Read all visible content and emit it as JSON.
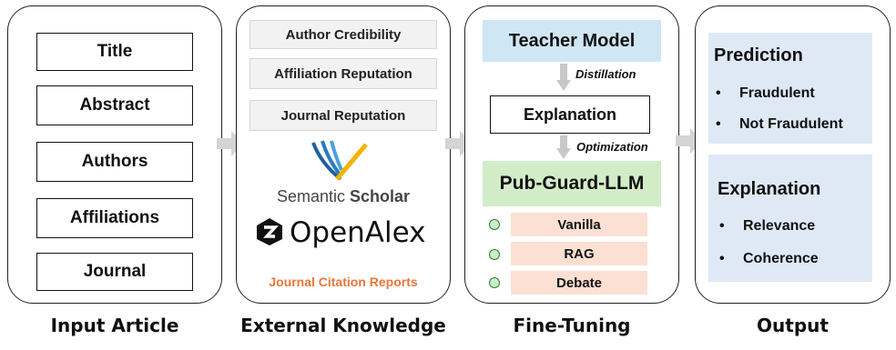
{
  "input": {
    "items": [
      "Title",
      "Abstract",
      "Authors",
      "Affiliations",
      "Journal"
    ],
    "label": "Input Article"
  },
  "external": {
    "items": [
      "Author Credibility",
      "Affiliation Reputation",
      "Journal Reputation"
    ],
    "semantic_scholar_plain": "Semantic",
    "semantic_scholar_bold": "Scholar",
    "openalex": "OpenAlex",
    "jcr": "Journal Citation Reports",
    "label": "External Knowledge"
  },
  "finetune": {
    "teacher": "Teacher Model",
    "distillation": "Distillation",
    "explanation": "Explanation",
    "optimization": "Optimization",
    "pubguard": "Pub-Guard-LLM",
    "methods": [
      "Vanilla",
      "RAG",
      "Debate"
    ],
    "label": "Fine-Tuning"
  },
  "output": {
    "prediction_title": "Prediction",
    "prediction_items": [
      "Fraudulent",
      "Not Fraudulent"
    ],
    "explanation_title": "Explanation",
    "explanation_items": [
      "Relevance",
      "Coherence"
    ],
    "label": "Output"
  },
  "colors": {
    "teacher_bg": "#cfe6f5",
    "pubguard_bg": "#d3ecc8",
    "method_bg": "#fbe0d3",
    "output_bg": "#dfe9f6",
    "jcr_text": "#e8773a",
    "arrow": "#d4d4d4"
  }
}
